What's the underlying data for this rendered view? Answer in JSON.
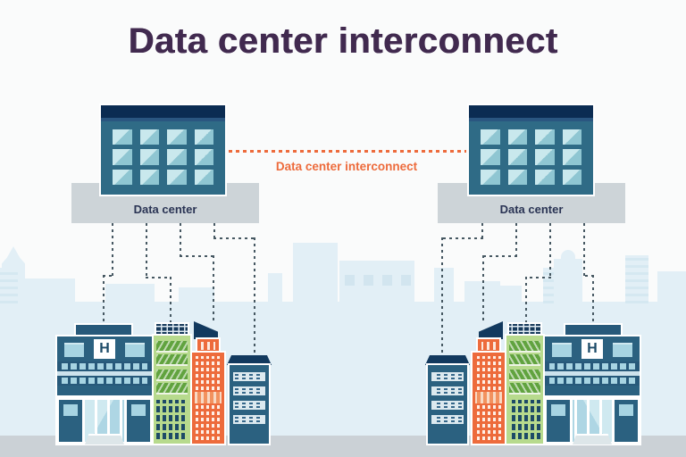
{
  "title": "Data center interconnect",
  "interconnect": {
    "label": "Data center interconnect"
  },
  "datacenters": [
    {
      "label": "Data center"
    },
    {
      "label": "Data center"
    }
  ],
  "cities": {
    "left_hospital_sign": "H",
    "right_hospital_sign": "H"
  },
  "colors": {
    "title_purple": "#412a4f",
    "accent_orange": "#ed6b3c",
    "dc_body_teal": "#2f6b86",
    "dc_topbar_navy": "#0b2c52",
    "window_light_blue": "#a7d4e2",
    "platform_gray": "#cdd4d8",
    "steel_blue": "#2b6180",
    "dark_navy": "#12395e",
    "green_light": "#b7da8d",
    "green_dark": "#61a33f",
    "sky_silhouette_blue": "#e2eff6",
    "ground_gray": "#cbd1d6",
    "connector_gray": "#465862"
  }
}
